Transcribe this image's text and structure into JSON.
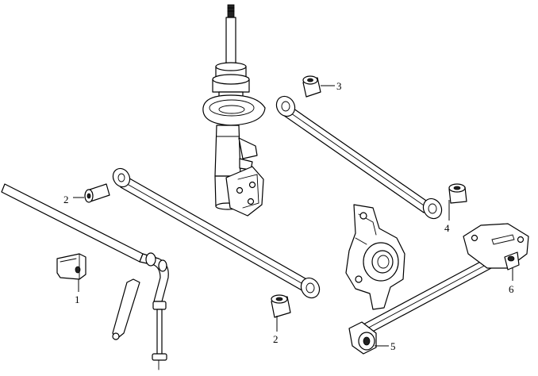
{
  "callouts": {
    "c1": "1",
    "c2a": "2",
    "c2b": "2",
    "c3": "3",
    "c4": "4",
    "c5": "5",
    "c6": "6"
  },
  "colors": {
    "line": "#000000",
    "background": "#ffffff",
    "shade": "#222222"
  }
}
